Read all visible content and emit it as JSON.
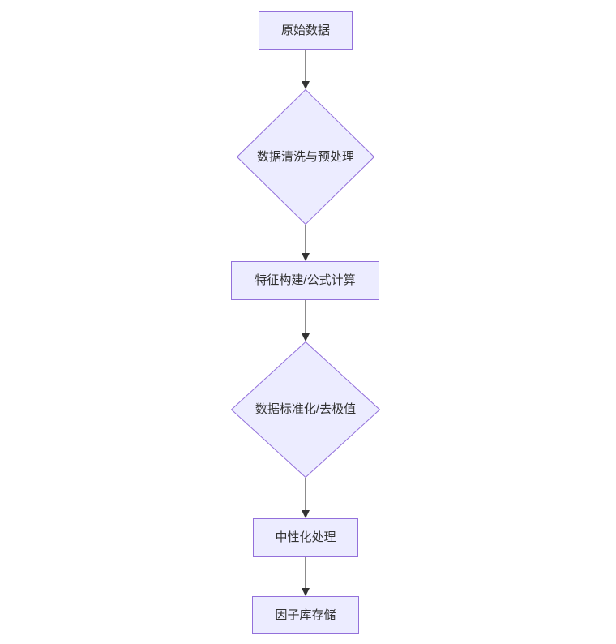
{
  "diagram": {
    "type": "flowchart",
    "direction": "top-down",
    "nodes": [
      {
        "id": "A",
        "shape": "rectangle",
        "label": "原始数据"
      },
      {
        "id": "B",
        "shape": "diamond",
        "label": "数据清洗与预处理"
      },
      {
        "id": "C",
        "shape": "rectangle",
        "label": "特征构建/公式计算"
      },
      {
        "id": "D",
        "shape": "diamond",
        "label": "数据标准化/去极值"
      },
      {
        "id": "E",
        "shape": "rectangle",
        "label": "中性化处理"
      },
      {
        "id": "F",
        "shape": "rectangle",
        "label": "因子库存储"
      }
    ],
    "edges": [
      {
        "from": "A",
        "to": "B"
      },
      {
        "from": "B",
        "to": "C"
      },
      {
        "from": "C",
        "to": "D"
      },
      {
        "from": "D",
        "to": "E"
      },
      {
        "from": "E",
        "to": "F"
      }
    ],
    "colors": {
      "node_fill": "#ECECFF",
      "node_border": "#9370DB",
      "text": "#333333",
      "edge_line": "#8c8c8c",
      "arrowhead": "#333333",
      "background": "#ffffff"
    }
  }
}
